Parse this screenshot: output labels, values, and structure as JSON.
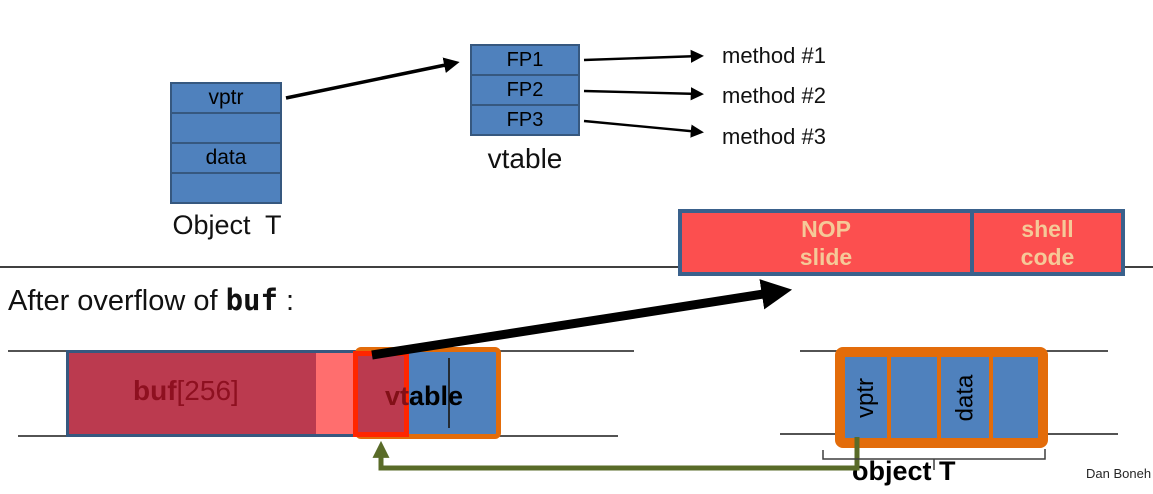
{
  "heading": {
    "prefix": "After overflow of ",
    "code": "buf",
    "suffix": " :"
  },
  "top_diagram": {
    "object_box": {
      "cells": [
        "vptr",
        "",
        "data",
        ""
      ],
      "label": "Object  T"
    },
    "vtable_box": {
      "cells": [
        "FP1",
        "FP2",
        "FP3"
      ],
      "label": "vtable"
    },
    "methods": [
      "method #1",
      "method #2",
      "method #3"
    ]
  },
  "payload": {
    "nop_line1": "NOP",
    "nop_line2": "slide",
    "shell_line1": "shell",
    "shell_line2": "code"
  },
  "overflow_diagram": {
    "buf_name": "buf",
    "buf_index": "[256]",
    "vtable_part_red": "vt",
    "vtable_part_blue": "able"
  },
  "object_t": {
    "cells": [
      "vptr",
      "",
      "data",
      ""
    ],
    "label": "object T"
  },
  "credit": "Dan Boneh",
  "colors": {
    "box_blue": "#4F81BD",
    "box_blue_border": "#36587F",
    "crimson": "#BB3A4F",
    "salmon": "#FF6E6E",
    "coral_payload": "#FC4F4F",
    "payload_text": "#F5C998",
    "orange_border": "#E36C0A",
    "red_border": "#FF2600",
    "dark_red_text": "#8E1020",
    "green_arrow": "#596B28",
    "black": "#111111"
  }
}
